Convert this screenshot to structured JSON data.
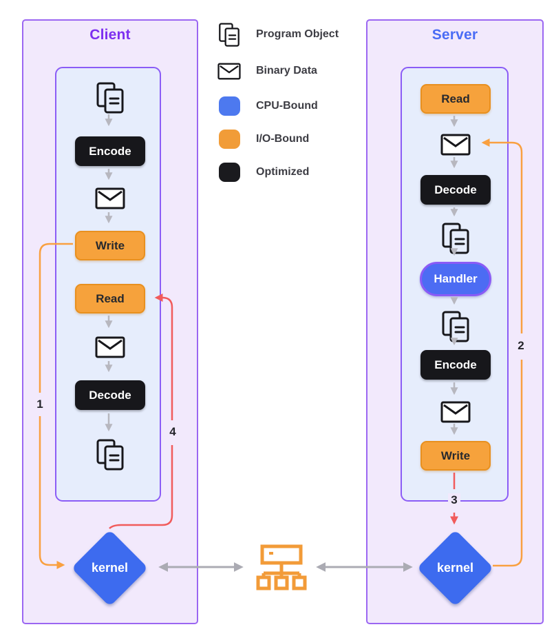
{
  "client": {
    "title": "Client",
    "kernel_label": "kernel",
    "nodes": [
      {
        "type": "icon",
        "icon": "program-object"
      },
      {
        "type": "box",
        "style": "optimized",
        "label": "Encode"
      },
      {
        "type": "icon",
        "icon": "binary-data"
      },
      {
        "type": "box",
        "style": "io",
        "label": "Write"
      },
      {
        "type": "box",
        "style": "io",
        "label": "Read"
      },
      {
        "type": "icon",
        "icon": "binary-data"
      },
      {
        "type": "box",
        "style": "optimized",
        "label": "Decode"
      },
      {
        "type": "icon",
        "icon": "program-object"
      }
    ]
  },
  "server": {
    "title": "Server",
    "kernel_label": "kernel",
    "nodes": [
      {
        "type": "box",
        "style": "io",
        "label": "Read"
      },
      {
        "type": "icon",
        "icon": "binary-data"
      },
      {
        "type": "box",
        "style": "optimized",
        "label": "Decode"
      },
      {
        "type": "icon",
        "icon": "program-object"
      },
      {
        "type": "box",
        "style": "cpu",
        "label": "Handler"
      },
      {
        "type": "icon",
        "icon": "program-object"
      },
      {
        "type": "box",
        "style": "optimized",
        "label": "Encode"
      },
      {
        "type": "icon",
        "icon": "binary-data"
      },
      {
        "type": "box",
        "style": "io",
        "label": "Write"
      }
    ]
  },
  "legend": {
    "items": [
      {
        "icon": "program-object-icon",
        "label": "Program Object"
      },
      {
        "icon": "binary-data-icon",
        "label": "Binary Data"
      },
      {
        "icon": "cpu-bound-swatch",
        "label": "CPU-Bound"
      },
      {
        "icon": "io-bound-swatch",
        "label": "I/O-Bound"
      },
      {
        "icon": "optimized-swatch",
        "label": "Optimized"
      }
    ]
  },
  "flow_labels": {
    "step1": "1",
    "step2": "2",
    "step3": "3",
    "step4": "4"
  },
  "colors": {
    "panel_bg": "#f2e9fc",
    "panel_border": "#9b66f2",
    "inner_bg": "#e6edfc",
    "inner_border": "#8b5cf6",
    "client_title": "#7d2ff0",
    "server_title": "#4a6cf5",
    "io_fill": "#f6a23c",
    "io_border": "#e8901f",
    "optimized_fill": "#17171b",
    "cpu_fill": "#4c6cf3",
    "cpu_border": "#8a5bf6",
    "kernel_fill": "#3d6bef",
    "orange_line": "#f9a040",
    "red_line": "#f15b5b",
    "gray_arrow": "#ababb3",
    "flow_arrow_gray": "#b7b7bf",
    "network_icon": "#f29b38"
  }
}
